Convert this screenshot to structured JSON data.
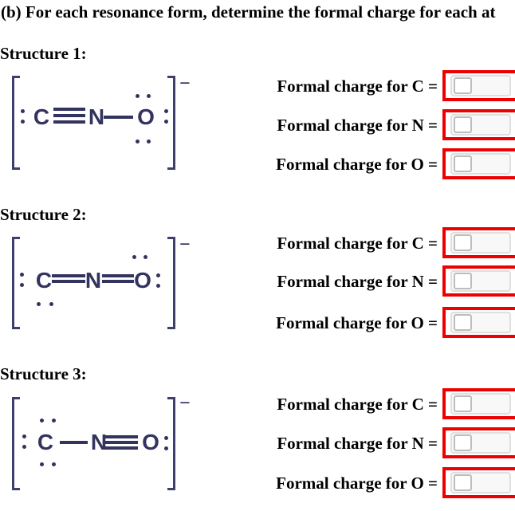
{
  "question": "(b) For each resonance form, determine the formal charge for each at",
  "colors": {
    "highlight_red": "#ee0000",
    "structure_navy": "#333360",
    "text_black": "#000000"
  },
  "structures": [
    {
      "label": "Structure 1:",
      "charge": "−",
      "atoms": [
        "C",
        "N",
        "O"
      ],
      "bonds": [
        "triple",
        "single"
      ],
      "rows": [
        {
          "label": "Formal charge for C =",
          "value": ""
        },
        {
          "label": "Formal charge for N =",
          "value": ""
        },
        {
          "label": "Formal charge for O =",
          "value": ""
        }
      ]
    },
    {
      "label": "Structure 2:",
      "charge": "−",
      "atoms": [
        "C",
        "N",
        "O"
      ],
      "bonds": [
        "double",
        "double"
      ],
      "rows": [
        {
          "label": "Formal charge for C =",
          "value": ""
        },
        {
          "label": "Formal charge for N =",
          "value": ""
        },
        {
          "label": "Formal charge for O =",
          "value": ""
        }
      ]
    },
    {
      "label": "Structure 3:",
      "charge": "−",
      "atoms": [
        "C",
        "N",
        "O"
      ],
      "bonds": [
        "single",
        "triple"
      ],
      "rows": [
        {
          "label": "Formal charge for C =",
          "value": ""
        },
        {
          "label": "Formal charge for N =",
          "value": ""
        },
        {
          "label": "Formal charge for O =",
          "value": ""
        }
      ]
    }
  ]
}
